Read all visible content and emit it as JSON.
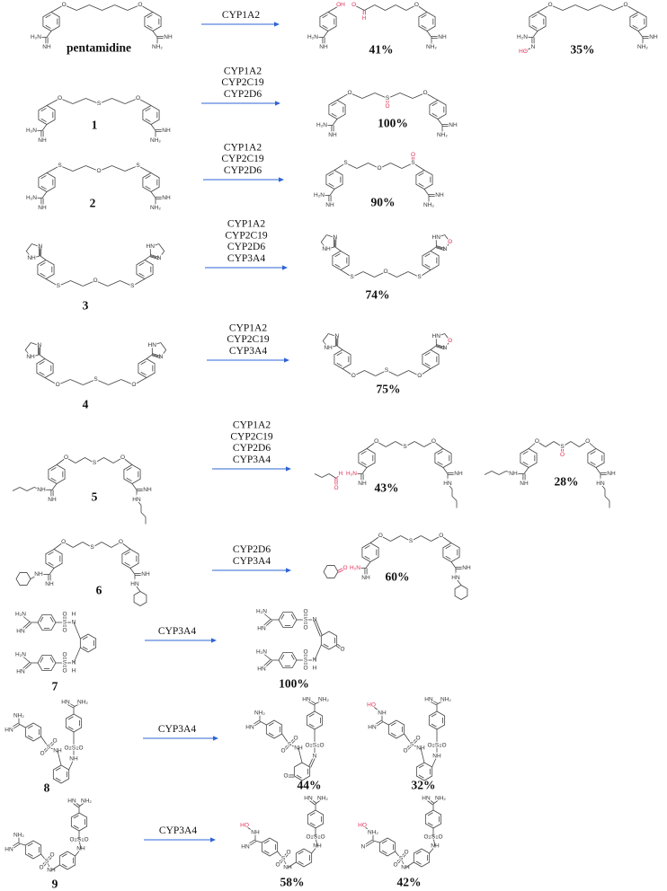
{
  "colors": {
    "bond": "#444444",
    "highlight": "#e0305a",
    "arrow": "#2f64d6"
  },
  "reactions": [
    {
      "substrate": {
        "name": "pentamidine",
        "structure": {
          "left": {
            "type": "amidine",
            "labels": [
              "H₂N",
              "NH"
            ]
          },
          "linker": [
            "O",
            "",
            "",
            "",
            "",
            "",
            "O"
          ],
          "right": {
            "type": "amidine",
            "labels": [
              "NH",
              "NH₂"
            ]
          }
        }
      },
      "enzymes": [
        "CYP1A2"
      ],
      "products": [
        {
          "yield": "41%",
          "structures": [
            {
              "left": {
                "type": "amidine",
                "labels": [
                  "H₂N",
                  "NH"
                ]
              },
              "linker": [
                "OH"
              ],
              "linker_red": [
                0
              ],
              "right": null
            },
            {
              "left": null,
              "linker": [
                "O",
                "",
                "",
                "",
                "",
                "",
                "O"
              ],
              "linker_red": [
                0
              ],
              "extras": [
                {
                  "at": 1,
                  "label": "H",
                  "red": true
                }
              ],
              "right": {
                "type": "amidine",
                "labels": [
                  "NH",
                  "NH₂"
                ]
              }
            }
          ]
        },
        {
          "yield": "35%",
          "structures": [
            {
              "left": {
                "type": "amidoxime",
                "labels": [
                  "H₂N",
                  "N",
                  "HO"
                ],
                "red": [
                  2
                ]
              },
              "linker": [
                "O",
                "",
                "",
                "",
                "",
                "",
                "O"
              ],
              "right": {
                "type": "amidine",
                "labels": [
                  "NH",
                  "NH₂"
                ]
              }
            }
          ]
        }
      ]
    },
    {
      "substrate": {
        "name": "1",
        "structure": {
          "left": {
            "type": "amidine",
            "labels": [
              "H₂N",
              "NH"
            ]
          },
          "linker": [
            "O",
            "",
            "",
            "S",
            "",
            "",
            "O"
          ],
          "right": {
            "type": "amidine",
            "labels": [
              "NH",
              "NH₂"
            ]
          }
        }
      },
      "enzymes": [
        "CYP1A2",
        "CYP2C19",
        "CYP2D6"
      ],
      "products": [
        {
          "yield": "100%",
          "structures": [
            {
              "left": {
                "type": "amidine",
                "labels": [
                  "H₂N",
                  "NH"
                ]
              },
              "linker": [
                "O",
                "",
                "",
                "S",
                "",
                "",
                "O"
              ],
              "extras": [
                {
                  "at": 3,
                  "label": "O",
                  "red": true
                }
              ],
              "right": {
                "type": "amidine",
                "labels": [
                  "NH",
                  "NH₂"
                ]
              }
            }
          ]
        }
      ]
    },
    {
      "substrate": {
        "name": "2",
        "structure": {
          "left": {
            "type": "amidine",
            "labels": [
              "H₂N",
              "NH"
            ]
          },
          "linker": [
            "S",
            "",
            "",
            "O",
            "",
            "",
            "S"
          ],
          "right": {
            "type": "amidine",
            "labels": [
              "NH",
              "NH₂"
            ]
          }
        }
      },
      "enzymes": [
        "CYP1A2",
        "CYP2C19",
        "CYP2D6"
      ],
      "products": [
        {
          "yield": "90%",
          "structures": [
            {
              "left": {
                "type": "amidine",
                "labels": [
                  "H₂N",
                  "NH"
                ]
              },
              "linker": [
                "S",
                "",
                "",
                "O",
                "",
                "",
                "S"
              ],
              "extras": [
                {
                  "at": 6,
                  "label": "O",
                  "red": true
                }
              ],
              "right": {
                "type": "amidine",
                "labels": [
                  "NH",
                  "NH₂"
                ]
              }
            }
          ]
        }
      ]
    },
    {
      "substrate": {
        "name": "3",
        "structure": {
          "left": {
            "type": "imidazoline",
            "labels": [
              "N",
              "NH"
            ]
          },
          "linker": [
            "S",
            "",
            "",
            "O",
            "",
            "",
            "S"
          ],
          "right": {
            "type": "imidazoline",
            "labels": [
              "HN",
              "N"
            ]
          }
        }
      },
      "enzymes": [
        "CYP1A2",
        "CYP2C19",
        "CYP2D6",
        "CYP3A4"
      ],
      "products": [
        {
          "yield": "74%",
          "structures": [
            {
              "left": {
                "type": "imidazoline",
                "labels": [
                  "N",
                  "NH"
                ]
              },
              "linker": [
                "S",
                "",
                "",
                "O",
                "",
                "",
                "S"
              ],
              "right": {
                "type": "oxidized-imidazole",
                "labels": [
                  "HN",
                  "N",
                  "O"
                ],
                "red": [
                  2
                ]
              }
            }
          ]
        }
      ]
    },
    {
      "substrate": {
        "name": "4",
        "structure": {
          "left": {
            "type": "imidazoline",
            "labels": [
              "N",
              "NH"
            ]
          },
          "linker": [
            "O",
            "",
            "",
            "S",
            "",
            "",
            "O"
          ],
          "right": {
            "type": "imidazoline",
            "labels": [
              "HN",
              "N"
            ]
          }
        }
      },
      "enzymes": [
        "CYP1A2",
        "CYP2C19",
        "CYP3A4"
      ],
      "products": [
        {
          "yield": "75%",
          "structures": [
            {
              "left": {
                "type": "imidazoline",
                "labels": [
                  "N",
                  "NH"
                ]
              },
              "linker": [
                "O",
                "",
                "",
                "S",
                "",
                "",
                "O"
              ],
              "right": {
                "type": "oxidized-imidazole",
                "labels": [
                  "HN",
                  "N",
                  "O"
                ],
                "red": [
                  2
                ]
              }
            }
          ]
        }
      ]
    },
    {
      "substrate": {
        "name": "5",
        "structure": {
          "left": {
            "type": "butyl-amidine",
            "labels": [
              "NH",
              "NH"
            ]
          },
          "linker": [
            "O",
            "",
            "",
            "S",
            "",
            "",
            "O"
          ],
          "right": {
            "type": "butyl-amidine",
            "labels": [
              "NH",
              "HN"
            ]
          }
        }
      },
      "enzymes": [
        "CYP1A2",
        "CYP2C19",
        "CYP2D6",
        "CYP3A4"
      ],
      "products": [
        {
          "yield": "43%",
          "structures": [
            {
              "left": {
                "type": "butanal-cleaved",
                "labels": [
                  "H₂N",
                  "NH",
                  "H",
                  "O"
                ],
                "red": [
                  0,
                  2,
                  3
                ]
              },
              "linker": [
                "O",
                "",
                "",
                "S",
                "",
                "",
                "O"
              ],
              "right": {
                "type": "butyl-amidine",
                "labels": [
                  "NH",
                  "HN"
                ]
              }
            }
          ]
        },
        {
          "yield": "28%",
          "structures": [
            {
              "left": {
                "type": "butyl-amidine",
                "labels": [
                  "NH",
                  "NH"
                ]
              },
              "linker": [
                "O",
                "",
                "",
                "S",
                "",
                "",
                "O"
              ],
              "extras": [
                {
                  "at": 3,
                  "label": "O",
                  "red": true
                }
              ],
              "right": {
                "type": "butyl-amidine",
                "labels": [
                  "NH",
                  "HN"
                ]
              }
            }
          ]
        }
      ]
    },
    {
      "substrate": {
        "name": "6",
        "structure": {
          "left": {
            "type": "cyclohexyl-amidine",
            "labels": [
              "NH",
              "NH"
            ]
          },
          "linker": [
            "O",
            "",
            "",
            "S",
            "",
            "",
            "O"
          ],
          "right": {
            "type": "cyclohexyl-amidine",
            "labels": [
              "NH",
              "HN"
            ]
          }
        }
      },
      "enzymes": [
        "CYP2D6",
        "CYP3A4"
      ],
      "products": [
        {
          "yield": "60%",
          "structures": [
            {
              "left": {
                "type": "cyclohexanone-cleaved",
                "labels": [
                  "H₂N",
                  "NH",
                  "O"
                ],
                "red": [
                  0,
                  2
                ]
              },
              "linker": [
                "O",
                "",
                "",
                "S",
                "",
                "",
                "O"
              ],
              "right": {
                "type": "cyclohexyl-amidine",
                "labels": [
                  "NH",
                  "HN"
                ]
              }
            }
          ]
        }
      ]
    },
    {
      "substrate": {
        "name": "7",
        "structure": {
          "labels": [
            "H₂N",
            "HN",
            "S",
            "O",
            "O",
            "N",
            "H",
            "H₂N",
            "HN",
            "S",
            "O",
            "O",
            "N",
            "H"
          ]
        }
      },
      "enzymes": [
        "CYP3A4"
      ],
      "products": [
        {
          "yield": "100%",
          "structures": [
            {
              "labels": [
                "H₂N",
                "HN",
                "S",
                "O",
                "O",
                "N",
                "H₂N",
                "HN",
                "S",
                "O",
                "O",
                "N",
                "H",
                "O"
              ]
            }
          ]
        }
      ]
    },
    {
      "substrate": {
        "name": "8",
        "structure": {
          "labels": [
            "NH₂",
            "HN",
            "S",
            "O",
            "O",
            "NH",
            "HN",
            "NH₂",
            "S",
            "O",
            "O",
            "NH"
          ]
        }
      },
      "enzymes": [
        "CYP3A4"
      ],
      "products": [
        {
          "yield": "44%",
          "structures": [
            {
              "labels": [
                "NH₂",
                "HN",
                "S",
                "O",
                "O",
                "NH",
                "HN",
                "NH₂",
                "S",
                "O",
                "O",
                "N",
                "O"
              ]
            }
          ]
        },
        {
          "yield": "32%",
          "structures": [
            {
              "labels": [
                "HO",
                "NH",
                "HN",
                "S",
                "O",
                "O",
                "NH",
                "HN",
                "NH₂",
                "S",
                "O",
                "O",
                "NH"
              ],
              "red": [
                0
              ]
            }
          ]
        }
      ]
    },
    {
      "substrate": {
        "name": "9",
        "structure": {
          "labels": [
            "NH₂",
            "HN",
            "S",
            "O",
            "O",
            "NH",
            "NH",
            "S",
            "O",
            "O",
            "HN",
            "NH₂"
          ]
        }
      },
      "enzymes": [
        "CYP3A4"
      ],
      "products": [
        {
          "yield": "58%",
          "structures": [
            {
              "labels": [
                "HO",
                "NH",
                "HN",
                "S",
                "O",
                "O",
                "NH",
                "NH",
                "S",
                "O",
                "O",
                "HN",
                "NH₂"
              ],
              "red": [
                0
              ]
            }
          ]
        },
        {
          "yield": "42%",
          "structures": [
            {
              "labels": [
                "HO",
                "NH₂",
                "N",
                "S",
                "O",
                "O",
                "NH",
                "NH",
                "S",
                "O",
                "O",
                "HN",
                "NH₂"
              ],
              "red": [
                0
              ]
            }
          ]
        }
      ]
    }
  ]
}
